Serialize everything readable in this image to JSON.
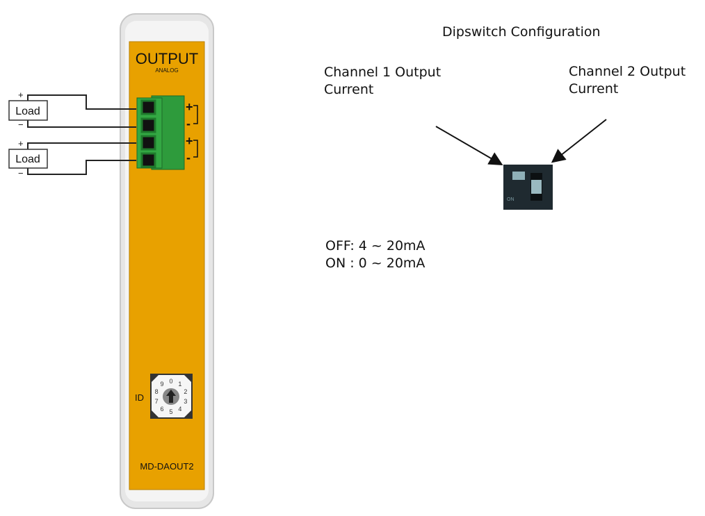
{
  "module": {
    "title": "OUTPUT",
    "subtitle": "ANALOG",
    "model": "MD-DAOUT2",
    "id_label": "ID",
    "rotary_digits": [
      "0",
      "1",
      "2",
      "3",
      "4",
      "5",
      "6",
      "7",
      "8",
      "9"
    ],
    "terminal_labels": [
      "+",
      "-",
      "+",
      "-"
    ],
    "loads": [
      {
        "label": "Load",
        "plus": "+",
        "minus": "−"
      },
      {
        "label": "Load",
        "plus": "+",
        "minus": "−"
      }
    ],
    "colors": {
      "body": "#E8A100",
      "terminal": "#2E9B3C",
      "housing": "#E6E6E6"
    }
  },
  "dipswitch": {
    "heading": "Dipswitch Configuration",
    "channel1": [
      "Channel 1 Output",
      "Current"
    ],
    "channel2": [
      "Channel 2 Output",
      "Current"
    ],
    "on_label": "ON",
    "modes": [
      "OFF: 4 ~ 20mA",
      "ON : 0 ~ 20mA"
    ]
  }
}
